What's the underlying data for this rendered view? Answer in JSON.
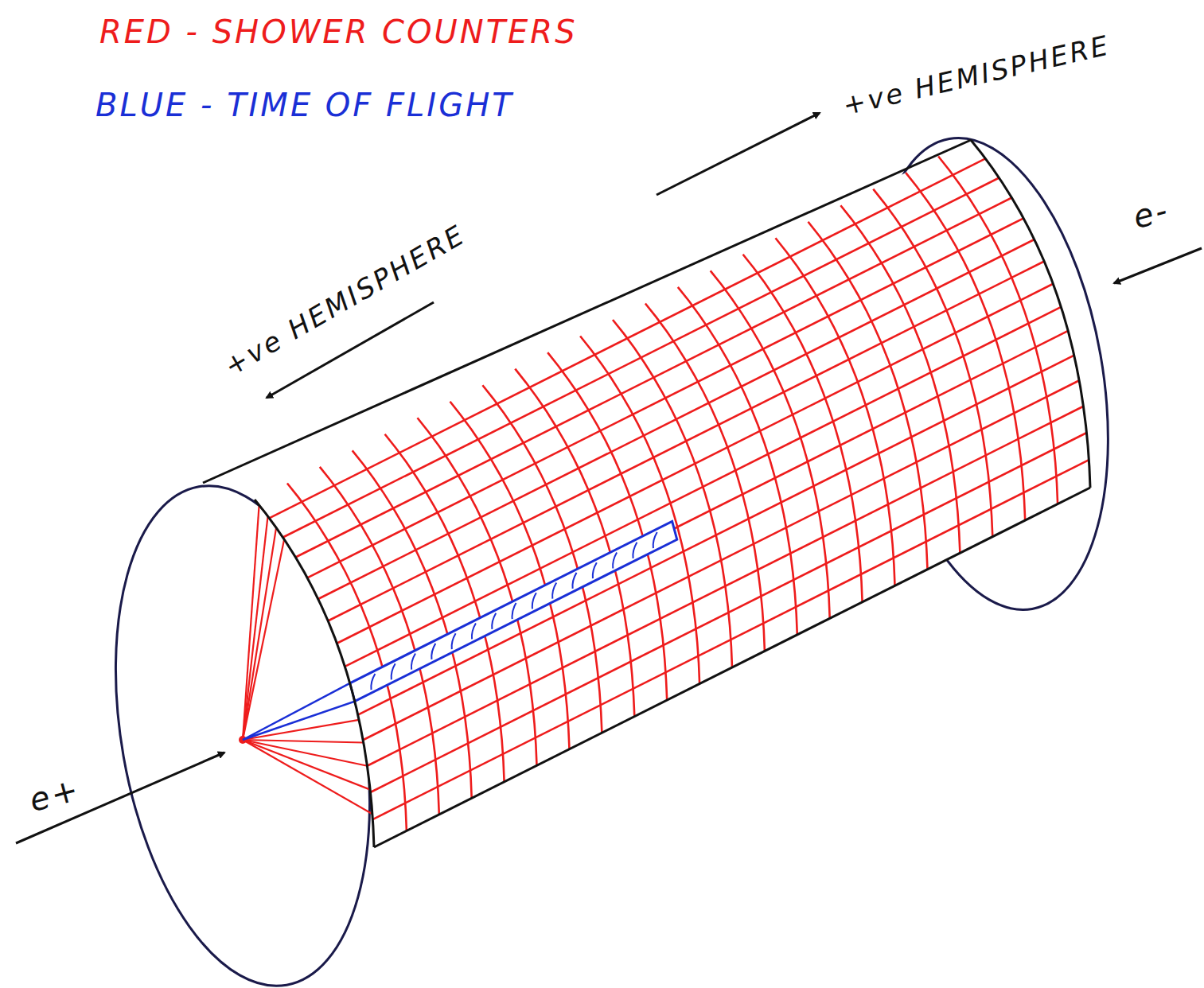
{
  "diagram": {
    "labels": [
      "RED - SHOWER COUNTERS",
      "BLUE - TIME OF FLIGHT",
      "+ve HEMISPHERE",
      "+ve HEMISPHERE",
      "e+",
      "e-"
    ]
  }
}
